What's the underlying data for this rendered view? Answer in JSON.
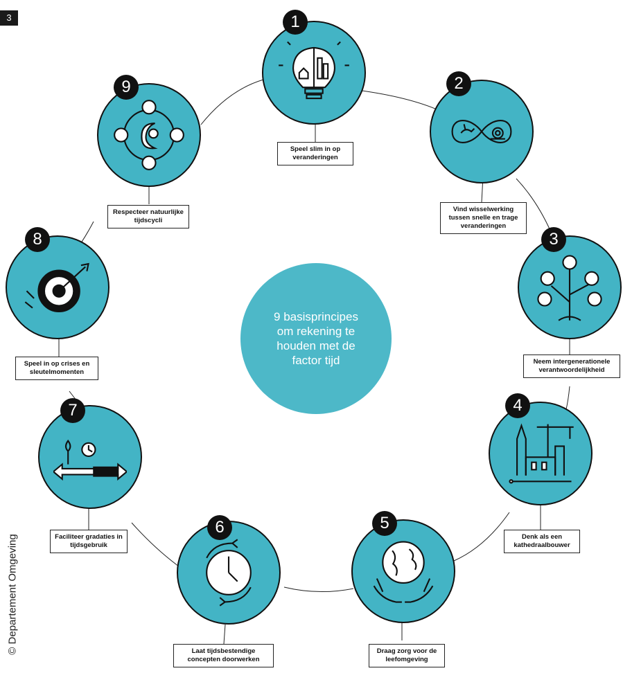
{
  "page_number": "3",
  "center_text": "9 basisprincipes om rekening te houden met de factor tijd",
  "copyright": "© Departement Omgeving",
  "principles": [
    {
      "number": "1",
      "label": "Speel slim in op veranderingen",
      "icon": "lightbulb-city-icon"
    },
    {
      "number": "2",
      "label": "Vind wisselwerking tussen snelle en trage veranderingen",
      "icon": "rabbit-snail-infinity-icon"
    },
    {
      "number": "3",
      "label": "Neem intergenerationele verantwoordelijkheid",
      "icon": "family-tree-icon"
    },
    {
      "number": "4",
      "label": "Denk als een kathedraalbouwer",
      "icon": "cathedral-crane-icon"
    },
    {
      "number": "5",
      "label": "Draag zorg voor de leefomgeving",
      "icon": "globe-hands-icon"
    },
    {
      "number": "6",
      "label": "Laat tijdsbestendige concepten doorwerken",
      "icon": "clock-arrows-icon"
    },
    {
      "number": "7",
      "label": "Faciliteer gradaties in tijdsgebruik",
      "icon": "timeline-arrow-icon"
    },
    {
      "number": "8",
      "label": "Speel in op crises en sleutelmomenten",
      "icon": "target-arrow-icon"
    },
    {
      "number": "9",
      "label": "Respecteer natuurlijke tijdscycli",
      "icon": "natural-cycles-icon"
    }
  ]
}
